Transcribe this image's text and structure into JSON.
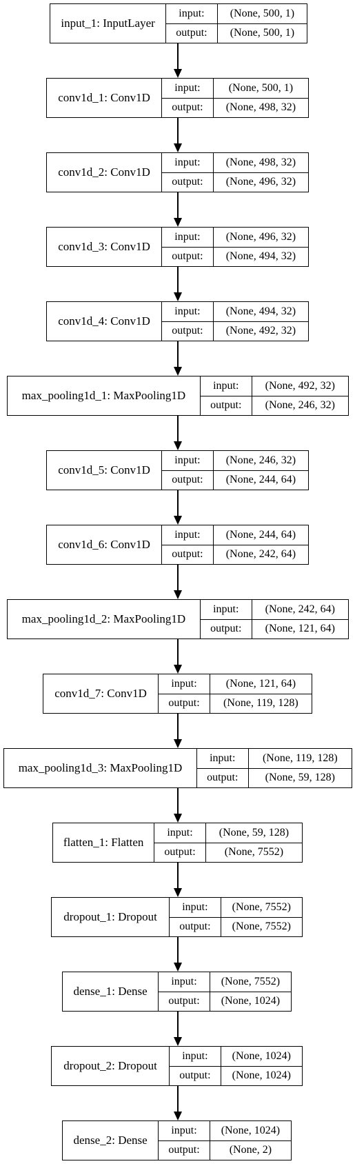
{
  "diagram": {
    "layers": [
      {
        "name": "input_1: InputLayer",
        "in_label": "input:",
        "out_label": "output:",
        "in_shape": "(None, 500, 1)",
        "out_shape": "(None, 500, 1)"
      },
      {
        "name": "conv1d_1: Conv1D",
        "in_label": "input:",
        "out_label": "output:",
        "in_shape": "(None, 500, 1)",
        "out_shape": "(None, 498, 32)"
      },
      {
        "name": "conv1d_2: Conv1D",
        "in_label": "input:",
        "out_label": "output:",
        "in_shape": "(None, 498, 32)",
        "out_shape": "(None, 496, 32)"
      },
      {
        "name": "conv1d_3: Conv1D",
        "in_label": "input:",
        "out_label": "output:",
        "in_shape": "(None, 496, 32)",
        "out_shape": "(None, 494, 32)"
      },
      {
        "name": "conv1d_4: Conv1D",
        "in_label": "input:",
        "out_label": "output:",
        "in_shape": "(None, 494, 32)",
        "out_shape": "(None, 492, 32)"
      },
      {
        "name": "max_pooling1d_1: MaxPooling1D",
        "in_label": "input:",
        "out_label": "output:",
        "in_shape": "(None, 492, 32)",
        "out_shape": "(None, 246, 32)"
      },
      {
        "name": "conv1d_5: Conv1D",
        "in_label": "input:",
        "out_label": "output:",
        "in_shape": "(None, 246, 32)",
        "out_shape": "(None, 244, 64)"
      },
      {
        "name": "conv1d_6: Conv1D",
        "in_label": "input:",
        "out_label": "output:",
        "in_shape": "(None, 244, 64)",
        "out_shape": "(None, 242, 64)"
      },
      {
        "name": "max_pooling1d_2: MaxPooling1D",
        "in_label": "input:",
        "out_label": "output:",
        "in_shape": "(None, 242, 64)",
        "out_shape": "(None, 121, 64)"
      },
      {
        "name": "conv1d_7: Conv1D",
        "in_label": "input:",
        "out_label": "output:",
        "in_shape": "(None, 121, 64)",
        "out_shape": "(None, 119, 128)"
      },
      {
        "name": "max_pooling1d_3: MaxPooling1D",
        "in_label": "input:",
        "out_label": "output:",
        "in_shape": "(None, 119, 128)",
        "out_shape": "(None, 59, 128)"
      },
      {
        "name": "flatten_1: Flatten",
        "in_label": "input:",
        "out_label": "output:",
        "in_shape": "(None, 59, 128)",
        "out_shape": "(None, 7552)"
      },
      {
        "name": "dropout_1: Dropout",
        "in_label": "input:",
        "out_label": "output:",
        "in_shape": "(None, 7552)",
        "out_shape": "(None, 7552)"
      },
      {
        "name": "dense_1: Dense",
        "in_label": "input:",
        "out_label": "output:",
        "in_shape": "(None, 7552)",
        "out_shape": "(None, 1024)"
      },
      {
        "name": "dropout_2: Dropout",
        "in_label": "input:",
        "out_label": "output:",
        "in_shape": "(None, 1024)",
        "out_shape": "(None, 1024)"
      },
      {
        "name": "dense_2: Dense",
        "in_label": "input:",
        "out_label": "output:",
        "in_shape": "(None, 1024)",
        "out_shape": "(None, 2)"
      }
    ]
  }
}
